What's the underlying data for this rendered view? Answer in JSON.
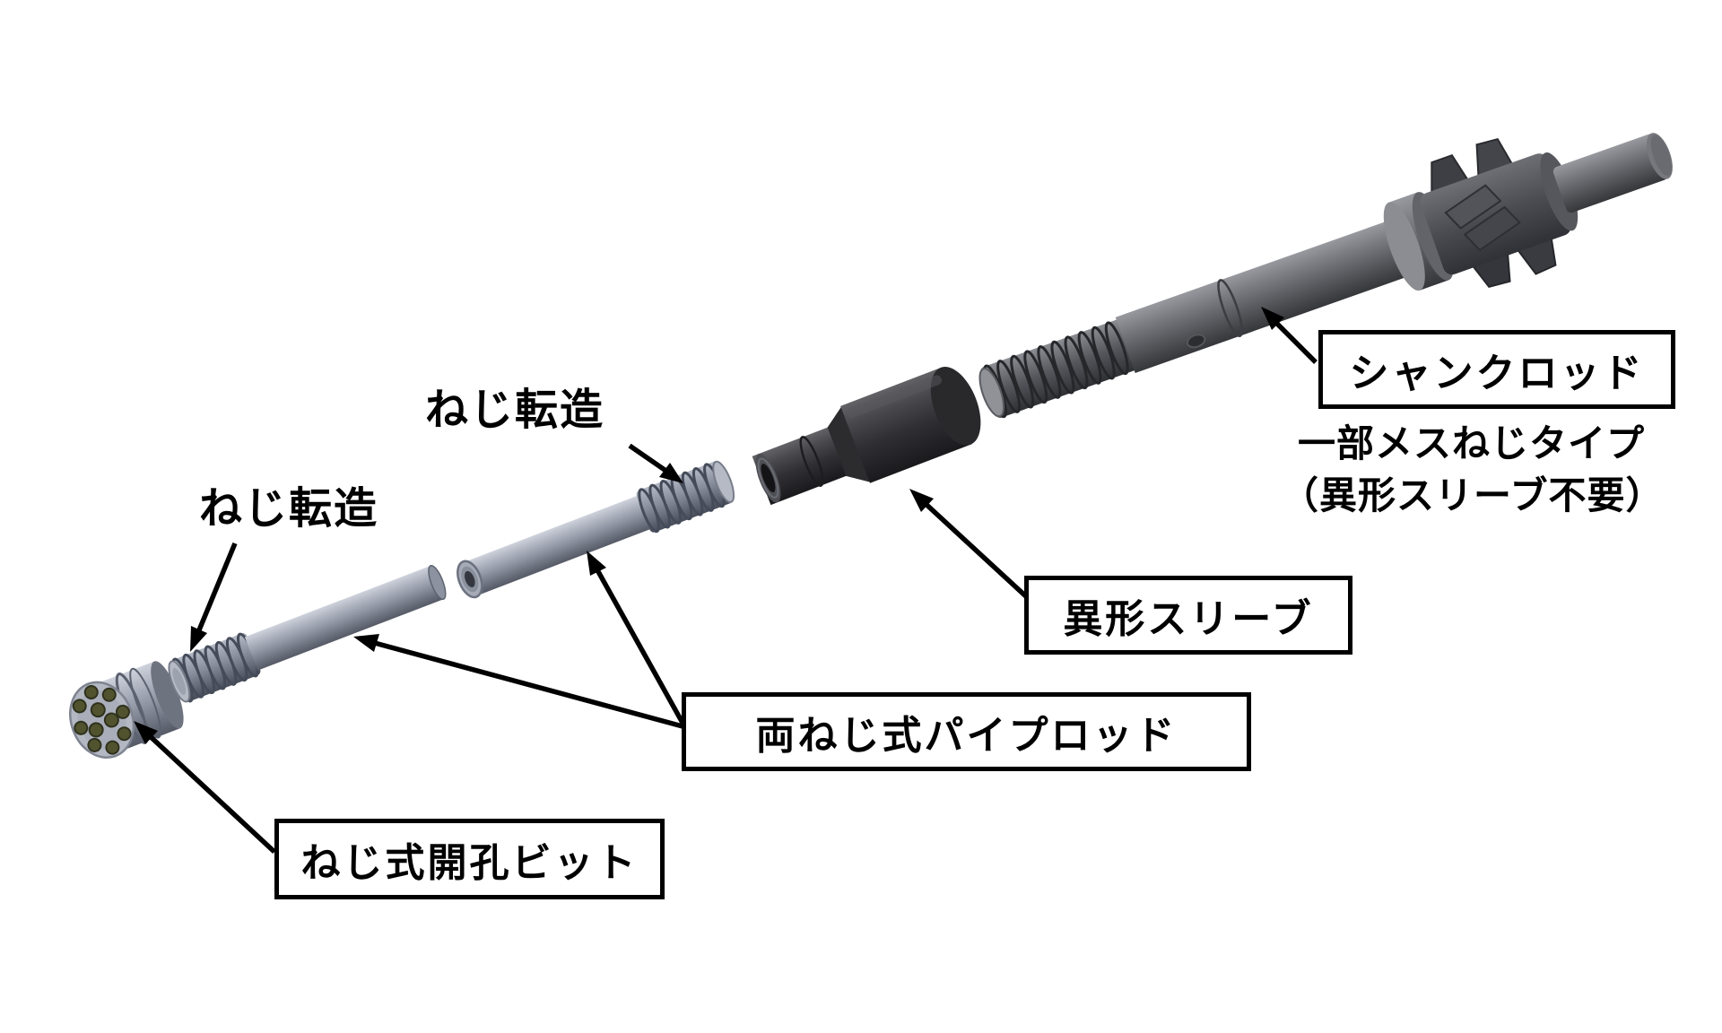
{
  "figure": {
    "background": "#ffffff",
    "line_color": "#000000"
  },
  "labels": {
    "thread_rolling_upper": "ねじ転造",
    "thread_rolling_lower": "ねじ転造",
    "shank_rod": "シャンクロッド",
    "shank_rod_note_1": "一部メスねじタイプ",
    "shank_rod_note_2": "（異形スリーブ不要）",
    "sleeve": "異形スリーブ",
    "pipe_rod": "両ねじ式パイプロッド",
    "drill_bit": "ねじ式開孔ビット"
  },
  "colors": {
    "pipe_rod_light_gray": "#9297a5",
    "sleeve_dark": "#2b2b2e",
    "shank_gray": "#5f6065",
    "bit_button_olive": "#51532f"
  }
}
